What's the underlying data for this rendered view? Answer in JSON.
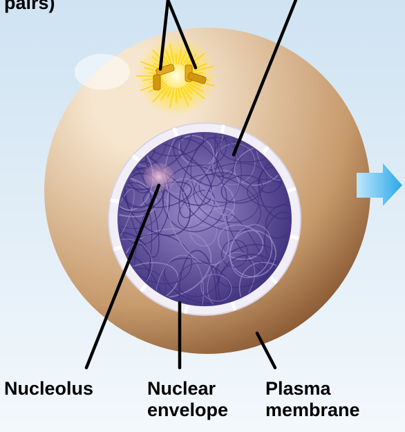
{
  "labels": {
    "top_fragment": "pairs)",
    "nucleolus": "Nucleolus",
    "nuclear_envelope_line1": "Nuclear",
    "nuclear_envelope_line2": "envelope",
    "plasma_membrane_line1": "Plasma",
    "plasma_membrane_line2": "membrane"
  },
  "colors": {
    "background_top": "#cfe3f2",
    "background_bottom": "#f3f8fc",
    "cell_light": "#f6e6cf",
    "cell_mid": "#c79a6c",
    "cell_dark": "#8a5a34",
    "nuclear_envelope": "#f1eef6",
    "chromatin_light": "#9a8cc8",
    "chromatin_dark": "#3e2f7c",
    "nucleolus": "#b88ab8",
    "centrosome_glow": "#ffe34d",
    "centriole": "#e6a91a",
    "arrow": "#2aa8e8",
    "pointer_lines": "#000000"
  },
  "icons": [
    "cell-body",
    "centrosome-icon",
    "nucleus",
    "nucleolus",
    "arrow-right-icon"
  ]
}
